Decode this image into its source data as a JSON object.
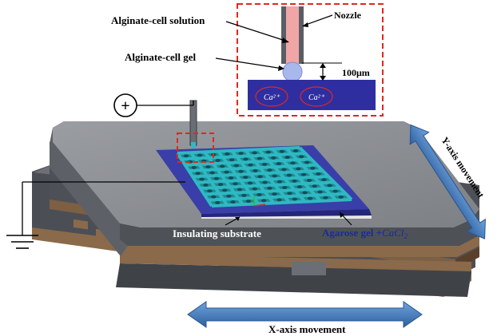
{
  "labels": {
    "alginate_cell_solution": "Alginate-cell solution",
    "alginate_cell_gel": "Alginate-cell gel",
    "nozzle": "Nozzle",
    "gap": "100μm",
    "ion_left": "Ca²⁺",
    "ion_right": "Ca²⁺",
    "insulating_substrate": "Insulating substrate",
    "agarose_gel_prefix": "Agarose gel +",
    "agarose_gel_formula": "CaCl",
    "agarose_gel_subscript": "2",
    "y_axis": "Y-axis movement",
    "x_axis": "X-axis movement",
    "plus": "+"
  },
  "colors": {
    "stage_top": "#8c8f94",
    "stage_dark": "#4b4f55",
    "bronze": "#8a6a4a",
    "gel_blue": "#3a3ea8",
    "scaffold": "#2fb9c2",
    "arrow_blue": "#3c73b8",
    "dash_red": "#e0281e"
  }
}
